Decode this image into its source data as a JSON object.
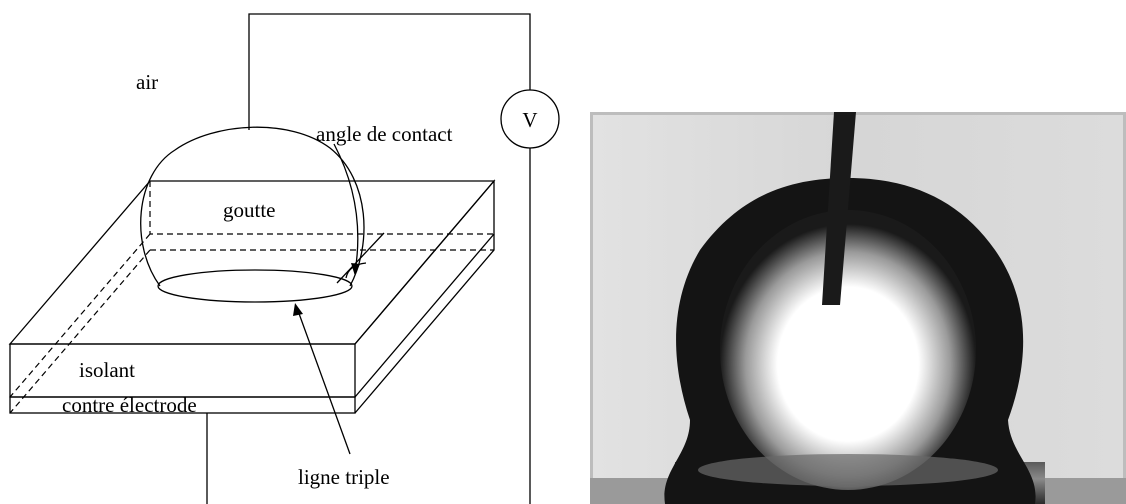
{
  "diagram": {
    "labels": {
      "air": "air",
      "voltmeter": "V",
      "contact_angle": "angle de contact",
      "droplet": "goutte",
      "insulator": "isolant",
      "counter_electrode": "contre électrode",
      "triple_line": "ligne triple"
    }
  },
  "photo": {
    "background": "#d8d8d8",
    "droplet_color": "#141414",
    "highlight_color": "#ffffff"
  }
}
